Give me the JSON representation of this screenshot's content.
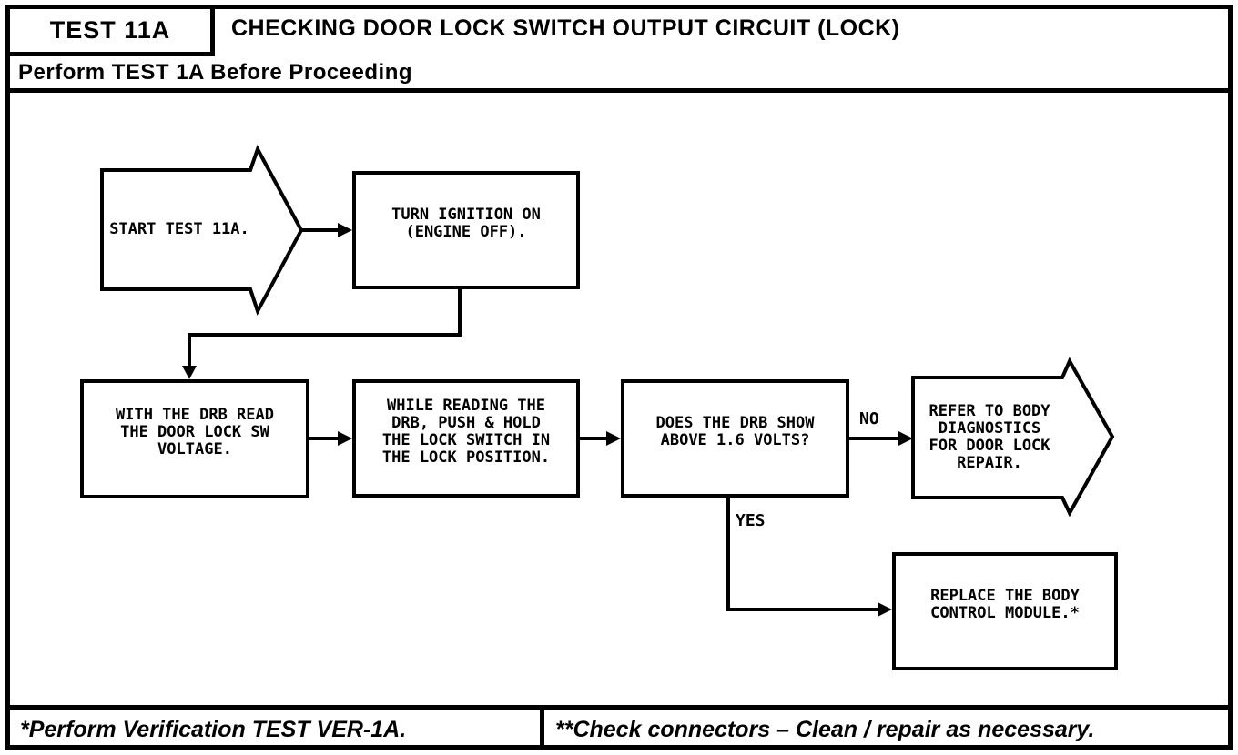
{
  "header": {
    "test_id": "TEST 11A",
    "title": "CHECKING DOOR LOCK SWITCH OUTPUT CIRCUIT (LOCK)",
    "subtitle": "Perform TEST 1A Before Proceeding"
  },
  "flowchart": {
    "nodes": {
      "start": {
        "shape": "arrow-banner",
        "lines": [
          "START TEST 11A."
        ]
      },
      "turn_ignition": {
        "shape": "rect",
        "lines": [
          "TURN IGNITION ON",
          "(ENGINE OFF)."
        ]
      },
      "read_voltage": {
        "shape": "rect",
        "lines": [
          "WITH THE DRB READ",
          "THE DOOR LOCK SW",
          "VOLTAGE."
        ]
      },
      "push_hold": {
        "shape": "rect",
        "lines": [
          "WHILE READING THE",
          "DRB, PUSH & HOLD",
          "THE LOCK SWITCH IN",
          "THE LOCK POSITION."
        ]
      },
      "decision": {
        "shape": "rect",
        "lines": [
          "DOES THE DRB SHOW",
          "ABOVE 1.6 VOLTS?"
        ]
      },
      "refer_body": {
        "shape": "arrow-banner",
        "lines": [
          "REFER TO BODY",
          "DIAGNOSTICS",
          "FOR DOOR LOCK",
          "REPAIR."
        ]
      },
      "replace_bcm": {
        "shape": "rect",
        "lines": [
          "REPLACE THE BODY",
          "CONTROL MODULE.*"
        ]
      }
    },
    "branch_labels": {
      "no": "NO",
      "yes": "YES"
    }
  },
  "footer": {
    "left_note": "*Perform Verification TEST VER-1A.",
    "right_note": "**Check connectors – Clean / repair as necessary."
  },
  "colors": {
    "ink": "#000000",
    "paper": "#ffffff"
  }
}
